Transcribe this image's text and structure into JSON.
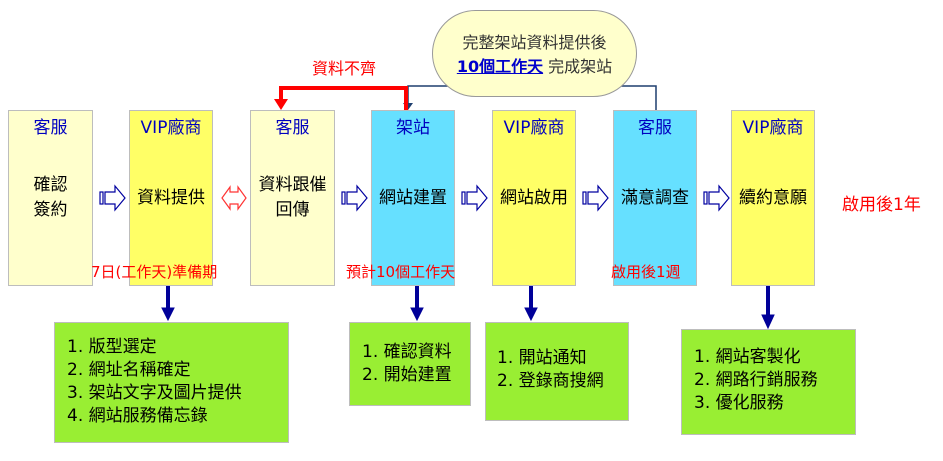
{
  "note": {
    "line1": "完整架站資料提供後",
    "highlight": "10個工作天",
    "line2_rest": " 完成架站"
  },
  "feedback_label": "資料不齊",
  "colors": {
    "cream": "#ffffcc",
    "yellow": "#ffff66",
    "cyan": "#66e0ff",
    "green": "#99ee33",
    "role_text": "#0000c0",
    "red": "#ff0000",
    "connector_blue": "#000099"
  },
  "stages": [
    {
      "role": "客服",
      "task_lines": [
        "確認",
        "簽約"
      ]
    },
    {
      "role": "VIP廠商",
      "task_lines": [
        "資料提供"
      ]
    },
    {
      "role": "客服",
      "task_lines": [
        "資料跟催",
        "回傳"
      ]
    },
    {
      "role": "架站",
      "task_lines": [
        "網站建置"
      ]
    },
    {
      "role": "VIP廠商",
      "task_lines": [
        "網站啟用"
      ]
    },
    {
      "role": "客服",
      "task_lines": [
        "滿意調查"
      ]
    },
    {
      "role": "VIP廠商",
      "task_lines": [
        "續約意願"
      ]
    }
  ],
  "timing_labels": {
    "prep": "7日(工作天)準備期",
    "build": "預計10個工作天",
    "survey": "啟用後1週",
    "renewal": "啟用後1年"
  },
  "detail_boxes": [
    {
      "items": [
        "1. 版型選定",
        "2. 網址名稱確定",
        "3. 架站文字及圖片提供",
        "4. 網站服務備忘錄"
      ]
    },
    {
      "items": [
        "1. 確認資料",
        "2. 開始建置"
      ]
    },
    {
      "items": [
        "1. 開站通知",
        "2. 登錄商搜網"
      ]
    },
    {
      "items": [
        "1. 網站客製化",
        "2. 網路行銷服務",
        "3. 優化服務"
      ]
    }
  ]
}
